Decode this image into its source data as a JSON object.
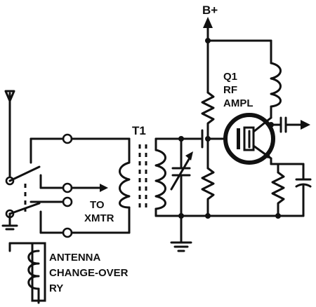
{
  "labels": {
    "supply": "B+",
    "transformer": "T1",
    "transistor_ref": "Q1",
    "transistor_line2": "RF",
    "transistor_line3": "AMPL",
    "to": "TO",
    "xmtr": "XMTR",
    "relay_line1": "ANTENNA",
    "relay_line2": "CHANGE-OVER",
    "relay_line3": "RY"
  }
}
